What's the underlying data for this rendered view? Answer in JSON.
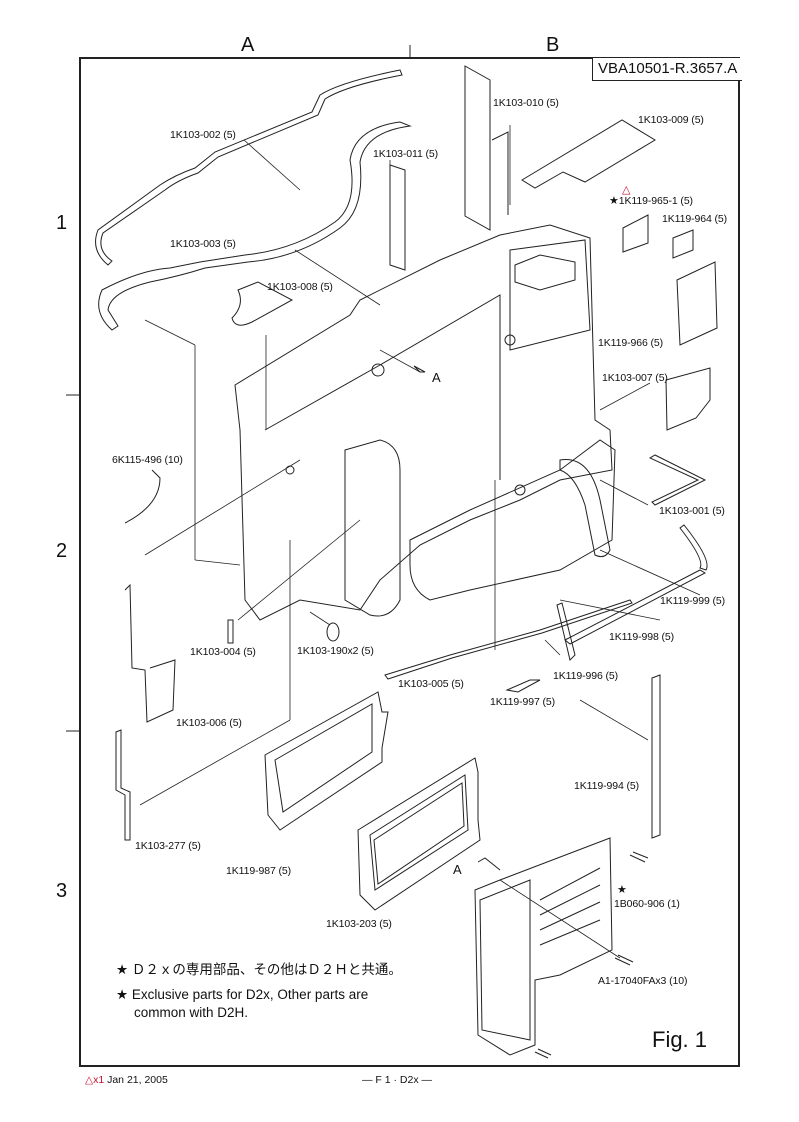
{
  "grid": {
    "columns": [
      "A",
      "B"
    ],
    "rows": [
      "1",
      "2",
      "3"
    ]
  },
  "document_number": "VBA10501-R.3657.A",
  "figure_label": "Fig.  1",
  "parts": [
    {
      "id": "p1",
      "number": "1K103-002 (5)"
    },
    {
      "id": "p2",
      "number": "1K103-011 (5)"
    },
    {
      "id": "p3",
      "number": "1K103-010 (5)"
    },
    {
      "id": "p4",
      "number": "1K103-009 (5)"
    },
    {
      "id": "p5",
      "number": "1K119-965-1 (5)",
      "exclusive": true,
      "revised": true
    },
    {
      "id": "p6",
      "number": "1K119-964 (5)"
    },
    {
      "id": "p7",
      "number": "1K103-003 (5)"
    },
    {
      "id": "p8",
      "number": "1K103-008 (5)"
    },
    {
      "id": "p9",
      "number": "1K119-966 (5)"
    },
    {
      "id": "p10",
      "number": "1K103-007 (5)"
    },
    {
      "id": "p11",
      "number": "6K115-496 (10)"
    },
    {
      "id": "p12",
      "number": "1K103-001 (5)"
    },
    {
      "id": "p13",
      "number": "1K119-999 (5)"
    },
    {
      "id": "p14",
      "number": "1K119-998 (5)"
    },
    {
      "id": "p15",
      "number": "1K103-004 (5)"
    },
    {
      "id": "p16",
      "number": "1K103-190x2 (5)"
    },
    {
      "id": "p17",
      "number": "1K119-996 (5)"
    },
    {
      "id": "p18",
      "number": "1K103-005 (5)"
    },
    {
      "id": "p19",
      "number": "1K119-997 (5)"
    },
    {
      "id": "p20",
      "number": "1K103-006 (5)"
    },
    {
      "id": "p21",
      "number": "1K119-994 (5)"
    },
    {
      "id": "p22",
      "number": "1K103-277 (5)"
    },
    {
      "id": "p23",
      "number": "1K119-987 (5)"
    },
    {
      "id": "p24",
      "number": "1B060-906 (1)",
      "exclusive": true
    },
    {
      "id": "p25",
      "number": "1K103-203 (5)"
    },
    {
      "id": "p26",
      "number": "A1-17040FAx3 (10)"
    }
  ],
  "reference_marker": "A",
  "symbols": {
    "star": "★",
    "revision": "△"
  },
  "notes": {
    "japanese": "Ｄ２ｘの専用部品、その他はＤ２Ｈと共通。",
    "english_line1": "Exclusive parts for D2x, Other parts are",
    "english_line2": "common with D2H."
  },
  "footer": {
    "revision_mark": "△x1",
    "date": "Jan 21,  2005",
    "page_id": "— F 1 · D2x —"
  },
  "colors": {
    "revision": "#c8102e",
    "ink": "#222222"
  }
}
